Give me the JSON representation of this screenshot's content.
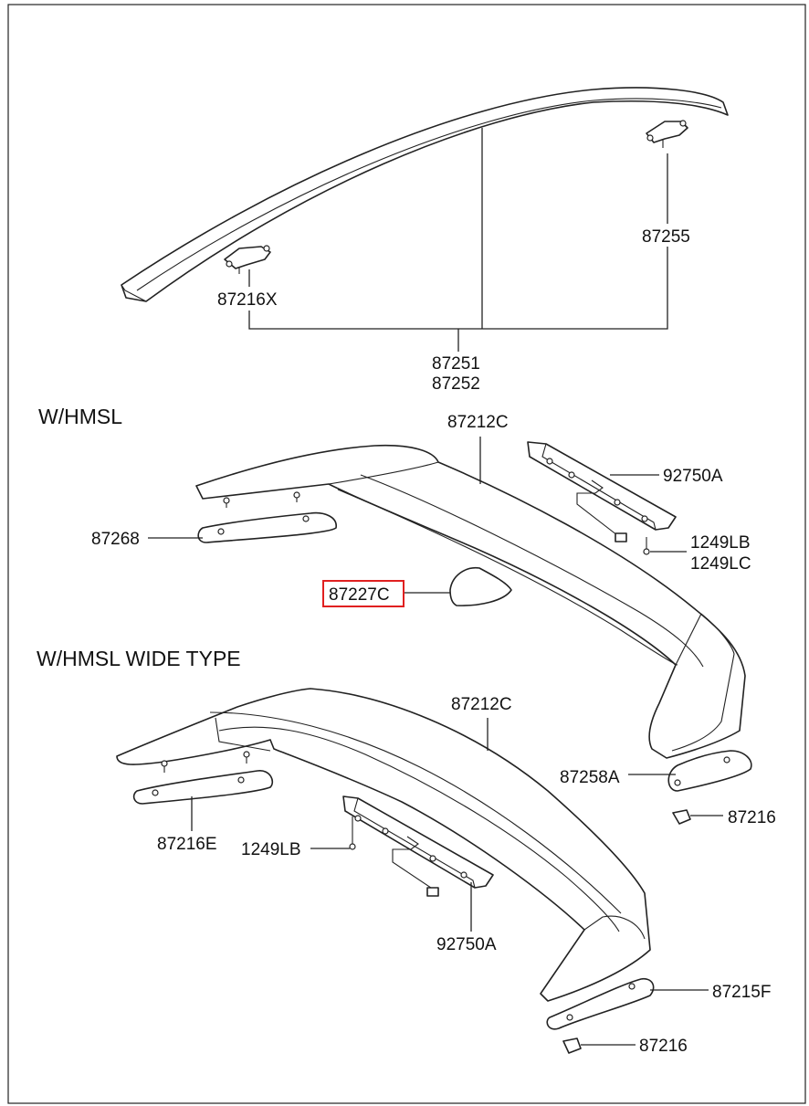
{
  "sections": {
    "whmsl": "W/HMSL",
    "wide": "W/HMSL WIDE TYPE"
  },
  "labels": {
    "p87255": "87255",
    "p87216X": "87216X",
    "p87251": "87251",
    "p87252": "87252",
    "p87212C_a": "87212C",
    "p92750A_a": "92750A",
    "p1249LB_a": "1249LB",
    "p1249LC": "1249LC",
    "p87268": "87268",
    "p87227C": "87227C",
    "p87212C_b": "87212C",
    "p87258A": "87258A",
    "p87216_a": "87216",
    "p87216E": "87216E",
    "p1249LB_b": "1249LB",
    "p92750A_b": "92750A",
    "p87215F": "87215F",
    "p87216_b": "87216"
  },
  "highlight": {
    "part": "87227C",
    "color": "#e02020"
  }
}
